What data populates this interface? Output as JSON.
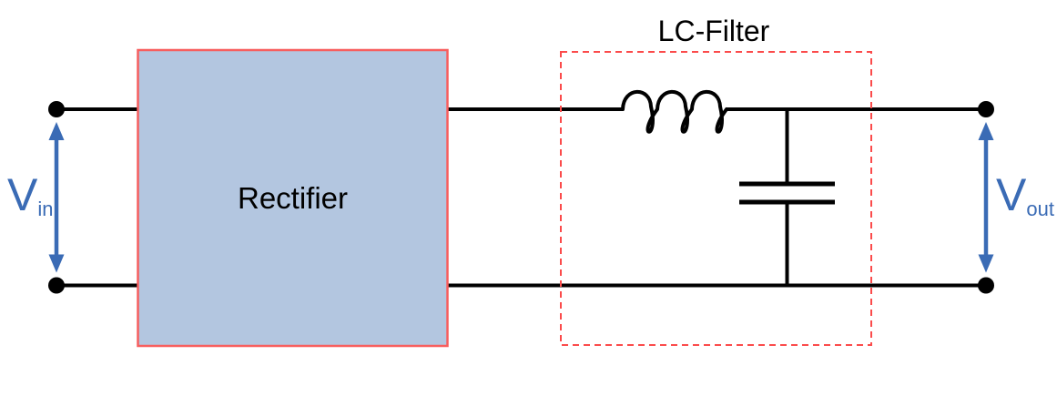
{
  "diagram": {
    "type": "circuit-block-diagram",
    "blocks": {
      "rectifier": {
        "label": "Rectifier"
      },
      "lc_filter": {
        "label": "LC-Filter"
      }
    },
    "labels": {
      "vin": {
        "main": "V",
        "sub": "in"
      },
      "vout": {
        "main": "V",
        "sub": "out"
      }
    },
    "symbols": {
      "inductor": "coil-3-loops",
      "capacitor": "two-parallel-plates",
      "terminal": "filled-dot",
      "voltage_arrow": "double-headed-vertical-arrow"
    },
    "colors": {
      "background": "#ffffff",
      "wire": "#010101",
      "block_fill": "#b3c6e0",
      "block_border": "#f75e5e",
      "dashed_border": "#fb4b4b",
      "accent_blue": "#3a6bb5"
    }
  }
}
